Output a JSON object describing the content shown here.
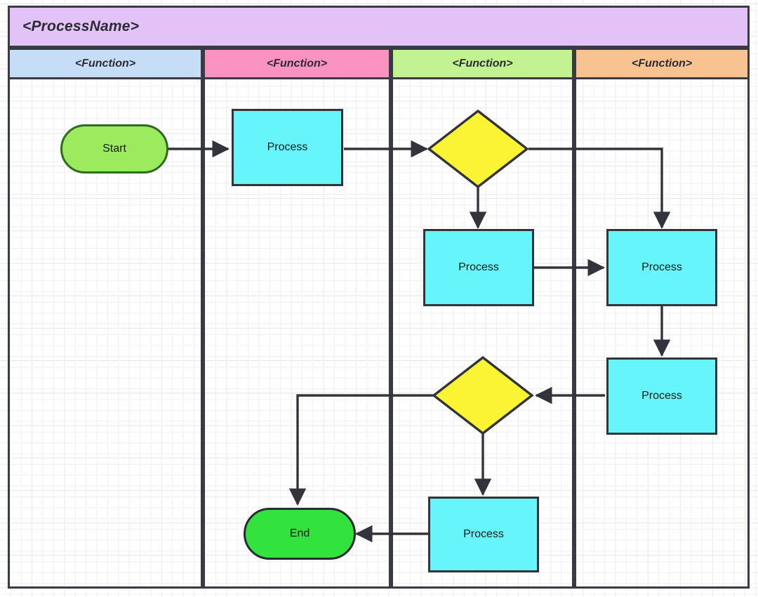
{
  "diagram": {
    "type": "swimlane-flowchart",
    "pool_title": "<ProcessName>",
    "background": "grid",
    "colors": {
      "pool_title_fill": "#e2c2f7",
      "lane1_fill": "#c5ddf7",
      "lane2_fill": "#fa92c2",
      "lane3_fill": "#c2f291",
      "lane4_fill": "#f9c391",
      "process_fill": "#66f5fa",
      "decision_fill": "#fbf434",
      "start_fill": "#9ceb5e",
      "end_fill": "#33e33d",
      "stroke": "#33333b",
      "frame_stroke": "#3a3a44"
    },
    "lanes": [
      {
        "label": "<Function>",
        "fill": "#c5ddf7"
      },
      {
        "label": "<Function>",
        "fill": "#fa92c2"
      },
      {
        "label": "<Function>",
        "fill": "#c2f291"
      },
      {
        "label": "<Function>",
        "fill": "#f9c391"
      }
    ],
    "nodes": [
      {
        "id": "start",
        "label": "Start",
        "shape": "terminator",
        "lane": 0,
        "fill": "#9ceb5e"
      },
      {
        "id": "process1",
        "label": "Process",
        "shape": "process",
        "lane": 1,
        "fill": "#66f5fa"
      },
      {
        "id": "decision1",
        "label": "",
        "shape": "decision",
        "lane": 2,
        "fill": "#fbf434"
      },
      {
        "id": "process2",
        "label": "Process",
        "shape": "process",
        "lane": 2,
        "fill": "#66f5fa"
      },
      {
        "id": "process3",
        "label": "Process",
        "shape": "process",
        "lane": 3,
        "fill": "#66f5fa"
      },
      {
        "id": "process4",
        "label": "Process",
        "shape": "process",
        "lane": 3,
        "fill": "#66f5fa"
      },
      {
        "id": "decision2",
        "label": "",
        "shape": "decision",
        "lane": 2,
        "fill": "#fbf434"
      },
      {
        "id": "process5",
        "label": "Process",
        "shape": "process",
        "lane": 2,
        "fill": "#66f5fa"
      },
      {
        "id": "end",
        "label": "End",
        "shape": "terminator",
        "lane": 1,
        "fill": "#33e33d"
      }
    ],
    "edges": [
      {
        "from": "start",
        "to": "process1",
        "label": ""
      },
      {
        "from": "process1",
        "to": "decision1",
        "label": ""
      },
      {
        "from": "decision1",
        "to": "process2",
        "label": ""
      },
      {
        "from": "decision1",
        "to": "process3",
        "label": ""
      },
      {
        "from": "process2",
        "to": "process3",
        "label": ""
      },
      {
        "from": "process3",
        "to": "process4",
        "label": ""
      },
      {
        "from": "process4",
        "to": "decision2",
        "label": ""
      },
      {
        "from": "decision2",
        "to": "process5",
        "label": ""
      },
      {
        "from": "decision2",
        "to": "end",
        "label": ""
      },
      {
        "from": "process5",
        "to": "end",
        "label": ""
      }
    ]
  }
}
